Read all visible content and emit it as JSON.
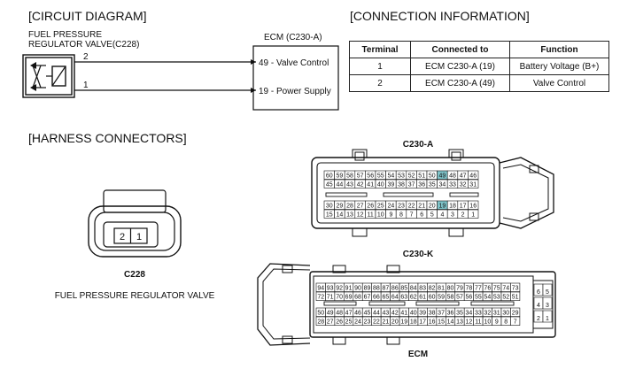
{
  "circuit": {
    "heading": "[CIRCUIT DIAGRAM]",
    "component_line1": "FUEL PRESSURE",
    "component_line2": "REGULATOR VALVE(C228)",
    "wire_top_label": "2",
    "wire_bottom_label": "1",
    "ecm_title": "ECM (C230-A)",
    "ecm_pin_top": "49 - Valve Control",
    "ecm_pin_bottom": "19 - Power Supply"
  },
  "connection": {
    "heading": "[CONNECTION INFORMATION]",
    "headers": [
      "Terminal",
      "Connected to",
      "Function"
    ],
    "rows": [
      [
        "1",
        "ECM C230-A (19)",
        "Battery Voltage (B+)"
      ],
      [
        "2",
        "ECM C230-A (49)",
        "Valve Control"
      ]
    ]
  },
  "harness": {
    "heading": "[HARNESS CONNECTORS]",
    "c228_pins": [
      "2",
      "1"
    ],
    "c228_name": "C228",
    "c228_desc": "FUEL PRESSURE REGULATOR VALVE",
    "c230a_name": "C230-A",
    "c230a_rows": [
      [
        "60",
        "59",
        "58",
        "57",
        "56",
        "55",
        "54",
        "53",
        "52",
        "51",
        "50",
        "49",
        "48",
        "47",
        "46"
      ],
      [
        "45",
        "44",
        "43",
        "42",
        "41",
        "40",
        "39",
        "38",
        "37",
        "36",
        "35",
        "34",
        "33",
        "32",
        "31"
      ],
      [
        "30",
        "29",
        "28",
        "27",
        "26",
        "25",
        "24",
        "23",
        "22",
        "21",
        "20",
        "19",
        "18",
        "17",
        "16"
      ],
      [
        "15",
        "14",
        "13",
        "12",
        "11",
        "10",
        "9",
        "8",
        "7",
        "6",
        "5",
        "4",
        "3",
        "2",
        "1"
      ]
    ],
    "c230a_highlight": [
      "49",
      "19"
    ],
    "highlight_color": "#7ec3c9",
    "c230k_name": "C230-K",
    "c230k_rows": [
      [
        "94",
        "93",
        "92",
        "91",
        "90",
        "89",
        "88",
        "87",
        "86",
        "85",
        "84",
        "83",
        "82",
        "81",
        "80",
        "79",
        "78",
        "77",
        "76",
        "75",
        "74",
        "73"
      ],
      [
        "72",
        "71",
        "70",
        "69",
        "68",
        "67",
        "66",
        "65",
        "64",
        "63",
        "62",
        "61",
        "60",
        "59",
        "58",
        "57",
        "56",
        "55",
        "54",
        "53",
        "52",
        "51"
      ],
      [
        "50",
        "49",
        "48",
        "47",
        "46",
        "45",
        "44",
        "43",
        "42",
        "41",
        "40",
        "39",
        "38",
        "37",
        "36",
        "35",
        "34",
        "33",
        "32",
        "31",
        "30",
        "29"
      ],
      [
        "28",
        "27",
        "26",
        "25",
        "24",
        "23",
        "22",
        "21",
        "20",
        "19",
        "18",
        "17",
        "16",
        "15",
        "14",
        "13",
        "12",
        "11",
        "10",
        "9",
        "8",
        "7"
      ]
    ],
    "c230k_side": [
      [
        "6",
        "5"
      ],
      [
        "4",
        "3"
      ],
      [
        "2",
        "1"
      ]
    ],
    "ecm_label": "ECM"
  }
}
